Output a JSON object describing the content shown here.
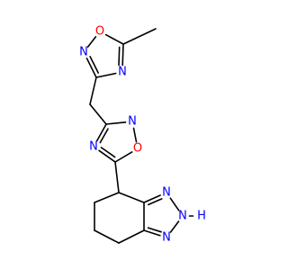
{
  "molecule": {
    "atoms": [
      {
        "id": "C_me",
        "symbol": "C"
      },
      {
        "id": "C5a",
        "symbol": "C"
      },
      {
        "id": "O1a",
        "symbol": "O",
        "label": "O"
      },
      {
        "id": "N2a",
        "symbol": "N",
        "label": "N"
      },
      {
        "id": "C3a",
        "symbol": "C"
      },
      {
        "id": "N4a",
        "symbol": "N",
        "label": "N"
      },
      {
        "id": "C_ch2",
        "symbol": "C"
      },
      {
        "id": "C3b",
        "symbol": "C"
      },
      {
        "id": "N2b",
        "symbol": "N",
        "label": "N"
      },
      {
        "id": "O1b",
        "symbol": "O",
        "label": "O"
      },
      {
        "id": "C5b",
        "symbol": "C"
      },
      {
        "id": "N4b",
        "symbol": "N",
        "label": "N"
      },
      {
        "id": "C4",
        "symbol": "C"
      },
      {
        "id": "C3a_r",
        "symbol": "C"
      },
      {
        "id": "N3",
        "symbol": "N",
        "label": "N"
      },
      {
        "id": "N2",
        "symbol": "N",
        "label": "N"
      },
      {
        "id": "H2",
        "symbol": "H",
        "label": "H"
      },
      {
        "id": "N1",
        "symbol": "N",
        "label": "N"
      },
      {
        "id": "C7a",
        "symbol": "C"
      },
      {
        "id": "C7",
        "symbol": "C"
      },
      {
        "id": "C6",
        "symbol": "C"
      },
      {
        "id": "C5",
        "symbol": "C"
      }
    ],
    "bonds": [
      {
        "a": "C_me",
        "b": "C5a",
        "order": 1
      },
      {
        "a": "C5a",
        "b": "O1a",
        "order": 1
      },
      {
        "a": "O1a",
        "b": "N2a",
        "order": 1
      },
      {
        "a": "N2a",
        "b": "C3a",
        "order": 2
      },
      {
        "a": "C3a",
        "b": "N4a",
        "order": 1
      },
      {
        "a": "N4a",
        "b": "C5a",
        "order": 2
      },
      {
        "a": "C3a",
        "b": "C_ch2",
        "order": 1
      },
      {
        "a": "C_ch2",
        "b": "C3b",
        "order": 1
      },
      {
        "a": "C3b",
        "b": "N2b",
        "order": 1
      },
      {
        "a": "N2b",
        "b": "O1b",
        "order": 1
      },
      {
        "a": "O1b",
        "b": "C5b",
        "order": 1
      },
      {
        "a": "C5b",
        "b": "N4b",
        "order": 2
      },
      {
        "a": "N4b",
        "b": "C3b",
        "order": 2
      },
      {
        "a": "C5b",
        "b": "C4",
        "order": 1
      },
      {
        "a": "C4",
        "b": "C3a_r",
        "order": 1
      },
      {
        "a": "C3a_r",
        "b": "N3",
        "order": 2
      },
      {
        "a": "N3",
        "b": "N2",
        "order": 1
      },
      {
        "a": "N2",
        "b": "N1",
        "order": 1
      },
      {
        "a": "N1",
        "b": "C7a",
        "order": 2
      },
      {
        "a": "C7a",
        "b": "C3a_r",
        "order": 1
      },
      {
        "a": "C7a",
        "b": "C7",
        "order": 1
      },
      {
        "a": "C7",
        "b": "C6",
        "order": 1
      },
      {
        "a": "C6",
        "b": "C5",
        "order": 1
      },
      {
        "a": "C5",
        "b": "C4",
        "order": 1
      },
      {
        "a": "N2",
        "b": "H2",
        "order": 1
      }
    ],
    "colors": {
      "bond": "#000000",
      "N": "#0000ff",
      "O": "#ff0000",
      "H": "#0000ff"
    }
  }
}
